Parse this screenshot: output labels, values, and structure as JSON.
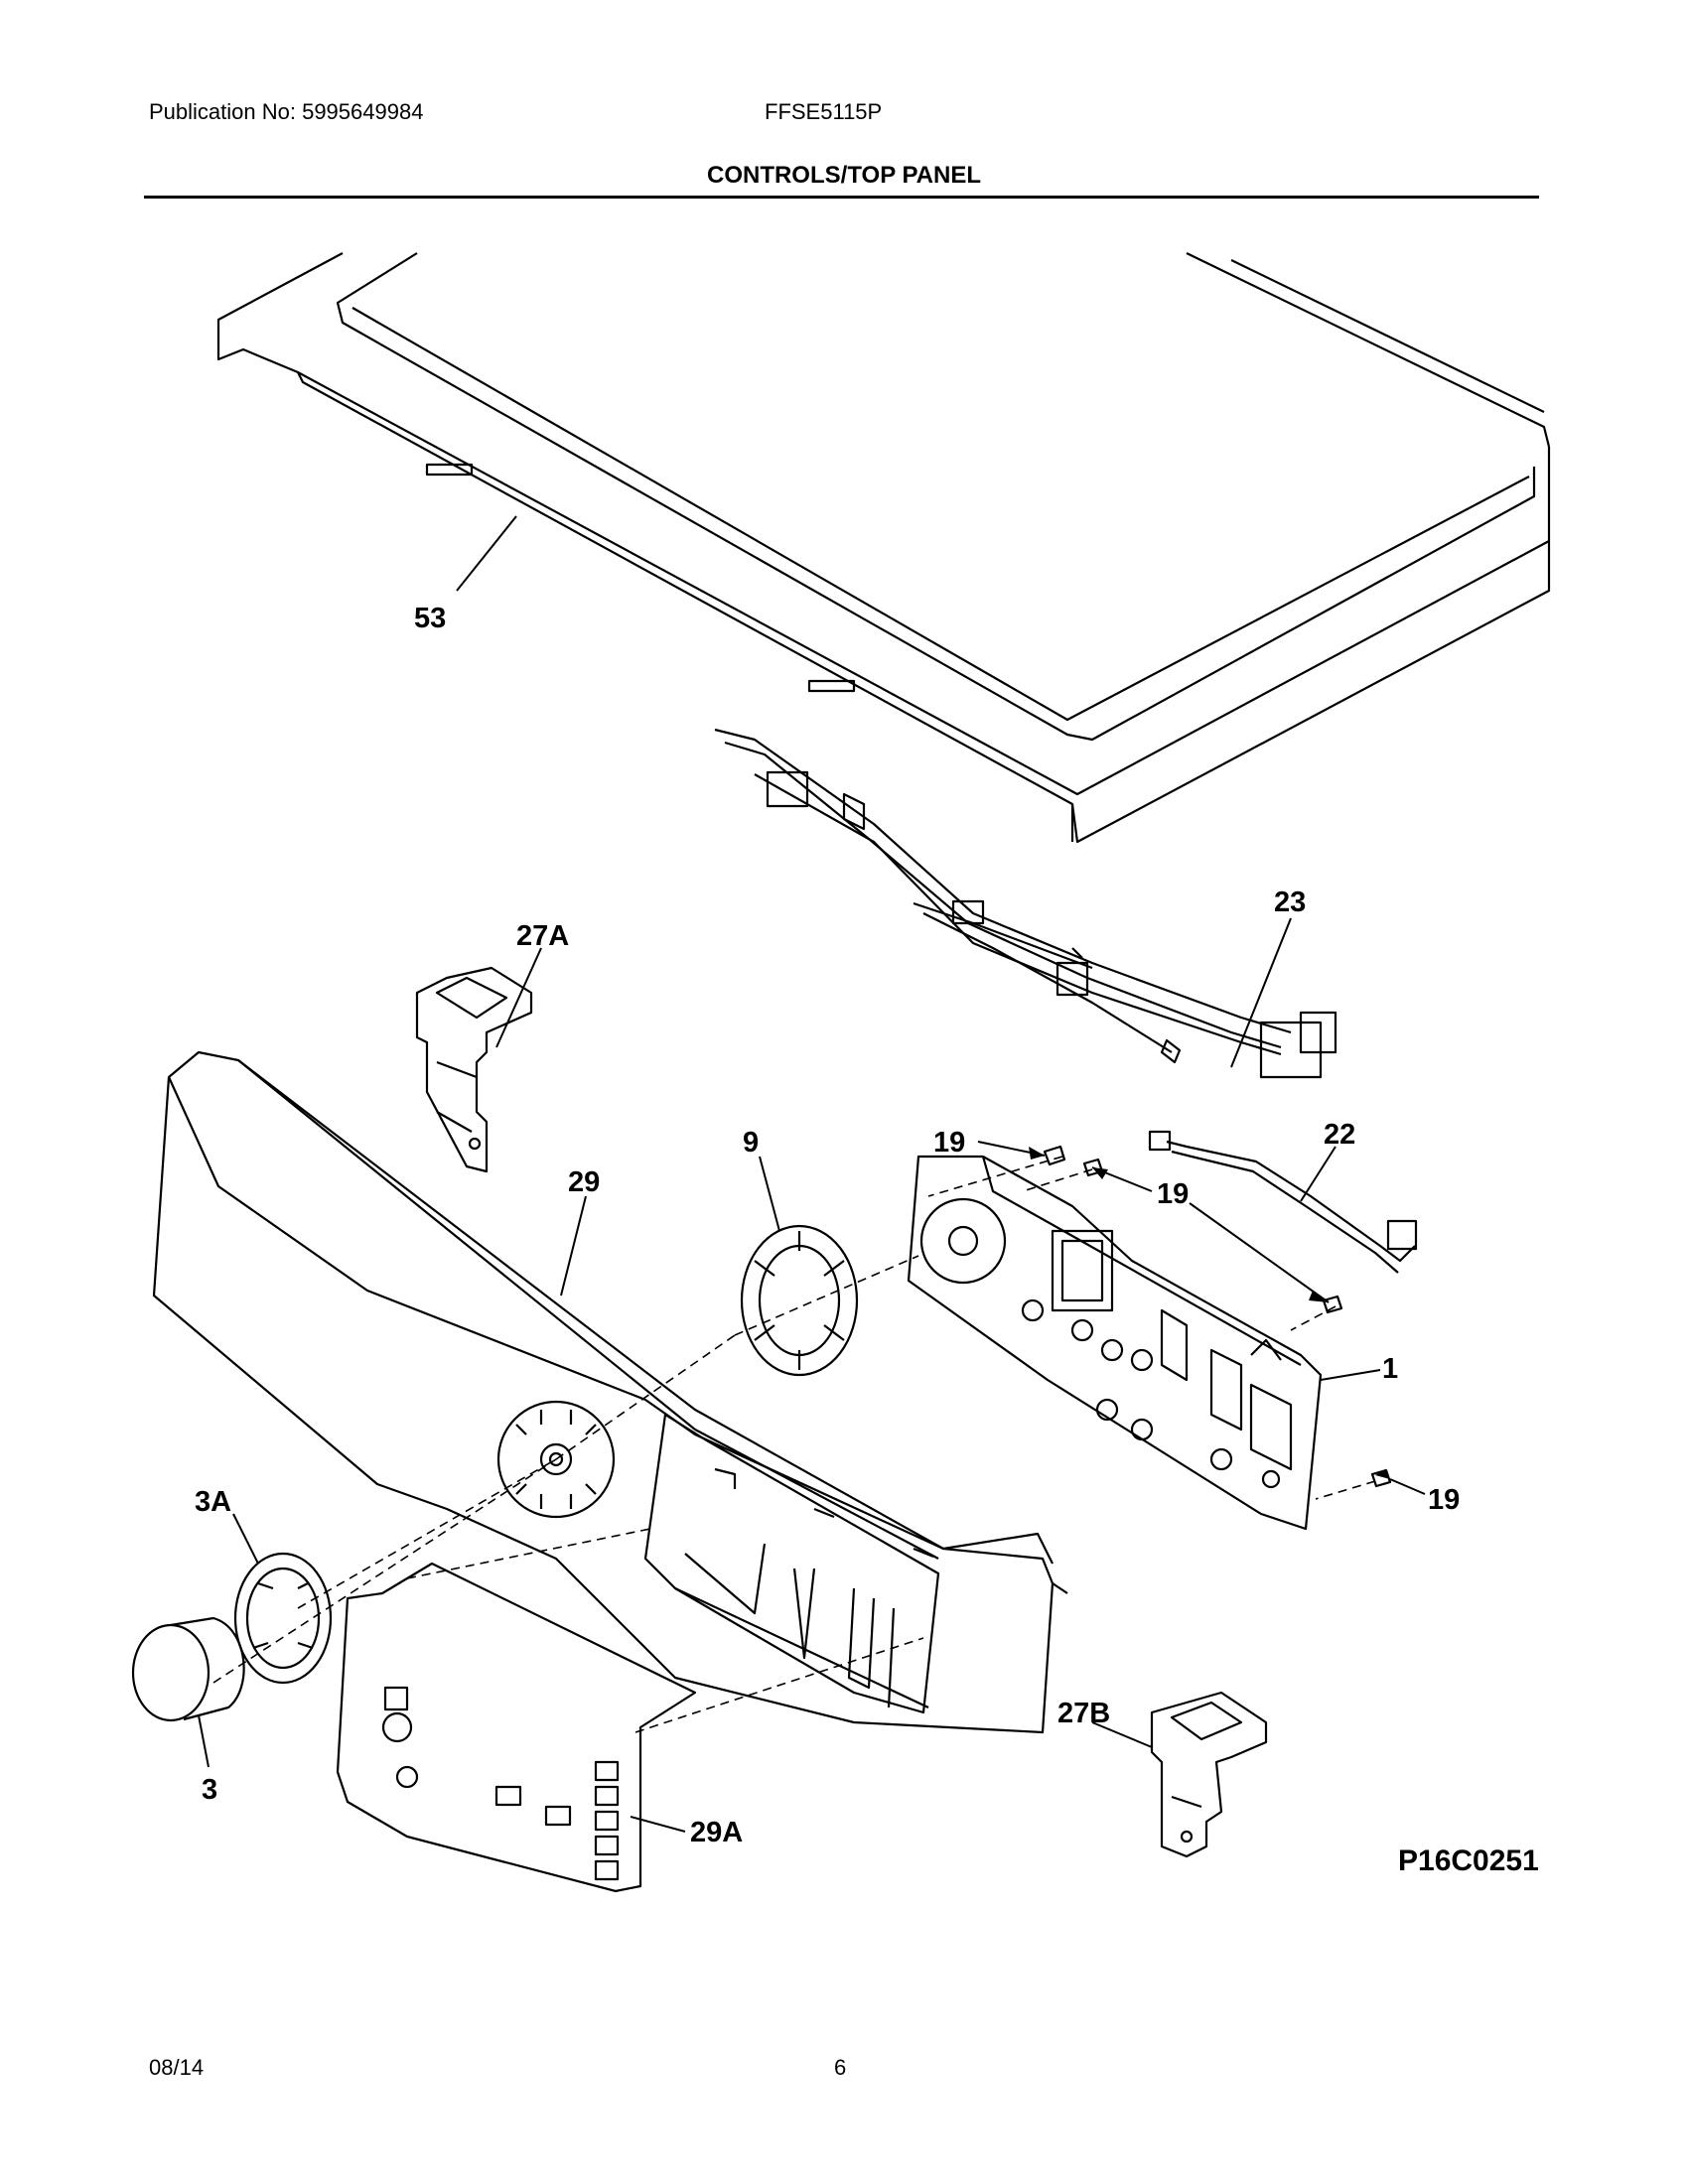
{
  "header": {
    "publication": "Publication No: 5995649984",
    "model": "FFSE5115P",
    "title": "CONTROLS/TOP PANEL"
  },
  "diagram": {
    "figure_code": "P16C0251",
    "callouts": {
      "c53": "53",
      "c23": "23",
      "c27a": "27A",
      "c29": "29",
      "c9": "9",
      "c19a": "19",
      "c19b": "19",
      "c19c": "19",
      "c22": "22",
      "c1": "1",
      "c3a": "3A",
      "c3": "3",
      "c27b": "27B",
      "c29a": "29A"
    }
  },
  "footer": {
    "date": "08/14",
    "page": "6"
  }
}
